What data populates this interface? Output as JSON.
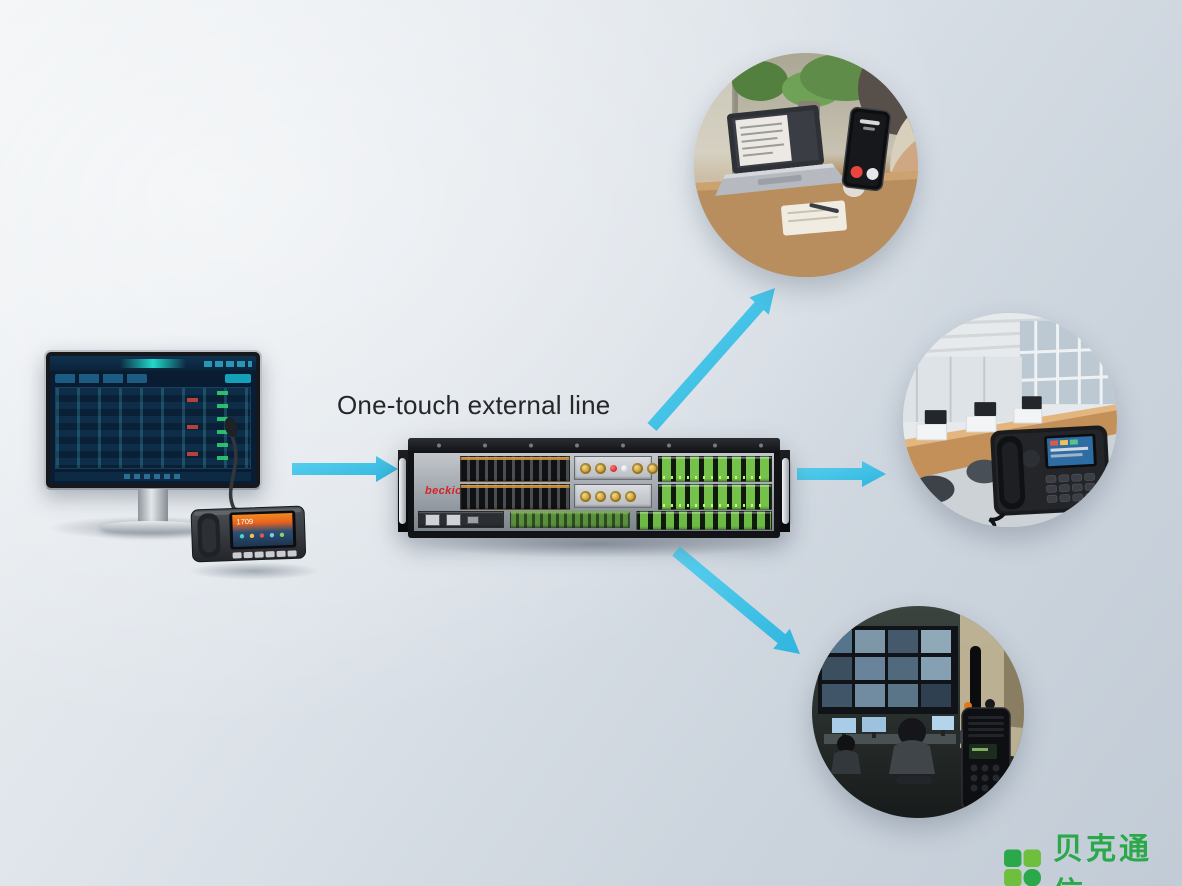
{
  "title_text": "One-touch external line",
  "brand": {
    "device_label": "beckiot",
    "company_name": "贝克通信"
  },
  "console": {
    "phone_screen_number": "1709"
  },
  "colors": {
    "arrow_cyan": "#41c4e8",
    "logo_green": "#2aa84a",
    "device_label_red": "#d4232a",
    "background_top": "#eff2f4",
    "background_bottom": "#c2ccd6"
  },
  "icons": {
    "brand_logo": "green-rounded-mosaic-mark",
    "arrow": "tapered-cyan-arrow"
  },
  "photos": {
    "top": "remote-user-laptop-and-smartphone-incoming-call",
    "middle": "office-desks-with-ip-phone",
    "bottom": "control-room-video-wall-with-two-way-radio"
  },
  "devices": {
    "left": "dispatch-monitor-and-gooseneck-ip-phone",
    "center": "rack-mount-communication-gateway"
  }
}
